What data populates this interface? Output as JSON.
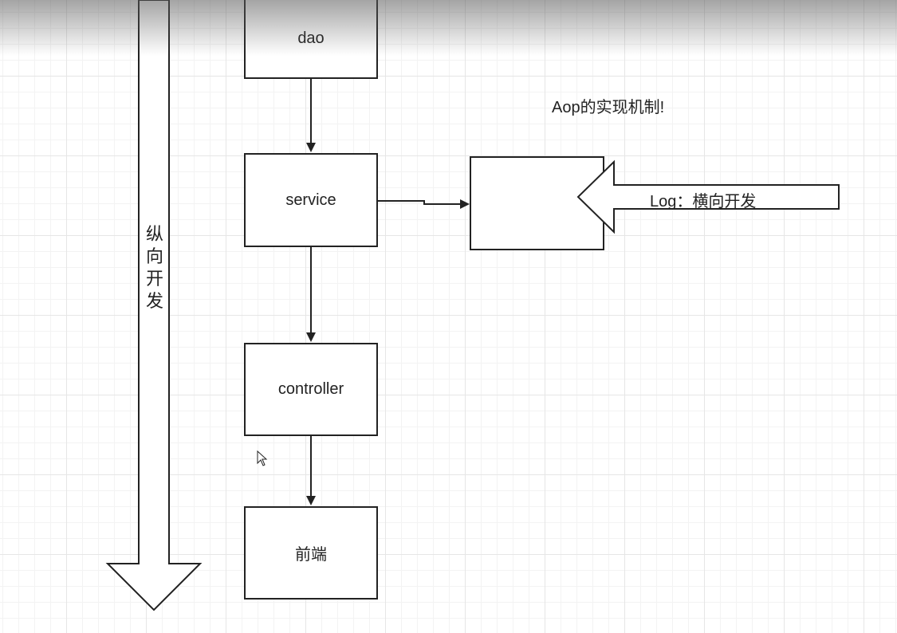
{
  "diagram": {
    "title": "Aop的实现机制!",
    "vertical_label": "纵向开发",
    "horizontal_label": "Log：横向开发",
    "nodes": {
      "dao": "dao",
      "service": "service",
      "controller": "controller",
      "frontend": "前端"
    }
  },
  "colors": {
    "stroke": "#222222",
    "grid": "#e6e6e6"
  },
  "icons": [
    "mouse-cursor-icon"
  ]
}
